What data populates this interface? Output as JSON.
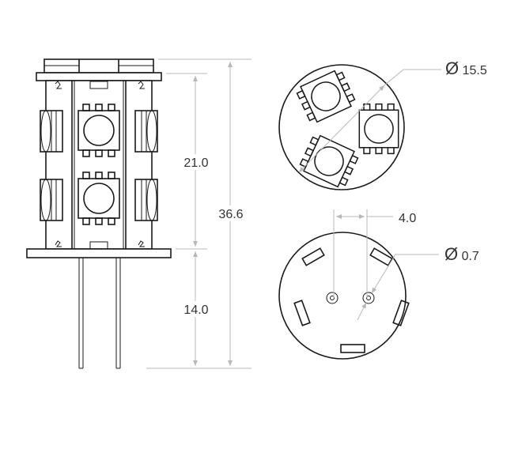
{
  "title": "LED bulb dimension drawing",
  "dimensions": {
    "body_height": "21.0",
    "total_height": "36.6",
    "pin_length": "14.0",
    "diameter": "15.5",
    "pin_spacing": "4.0",
    "pin_diameter": "0.7",
    "diameter_symbol": "Ø"
  },
  "colors": {
    "line": "#1a1a1a",
    "dimension": "#b8b8b8"
  }
}
